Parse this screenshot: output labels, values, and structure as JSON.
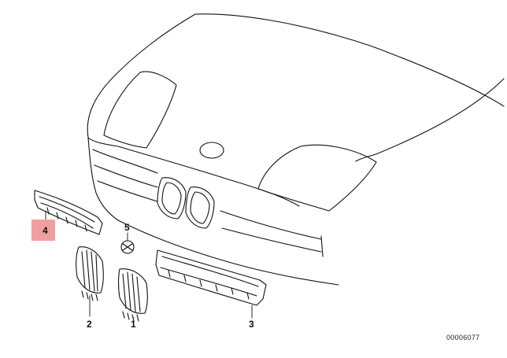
{
  "diagram": {
    "callouts": [
      {
        "id": "part-1",
        "label": "1"
      },
      {
        "id": "part-2",
        "label": "2"
      },
      {
        "id": "part-3",
        "label": "3"
      },
      {
        "id": "part-4",
        "label": "4"
      },
      {
        "id": "part-5",
        "label": "5"
      }
    ],
    "highlight_color": "#f19ea0",
    "reference_code": "00006077"
  }
}
